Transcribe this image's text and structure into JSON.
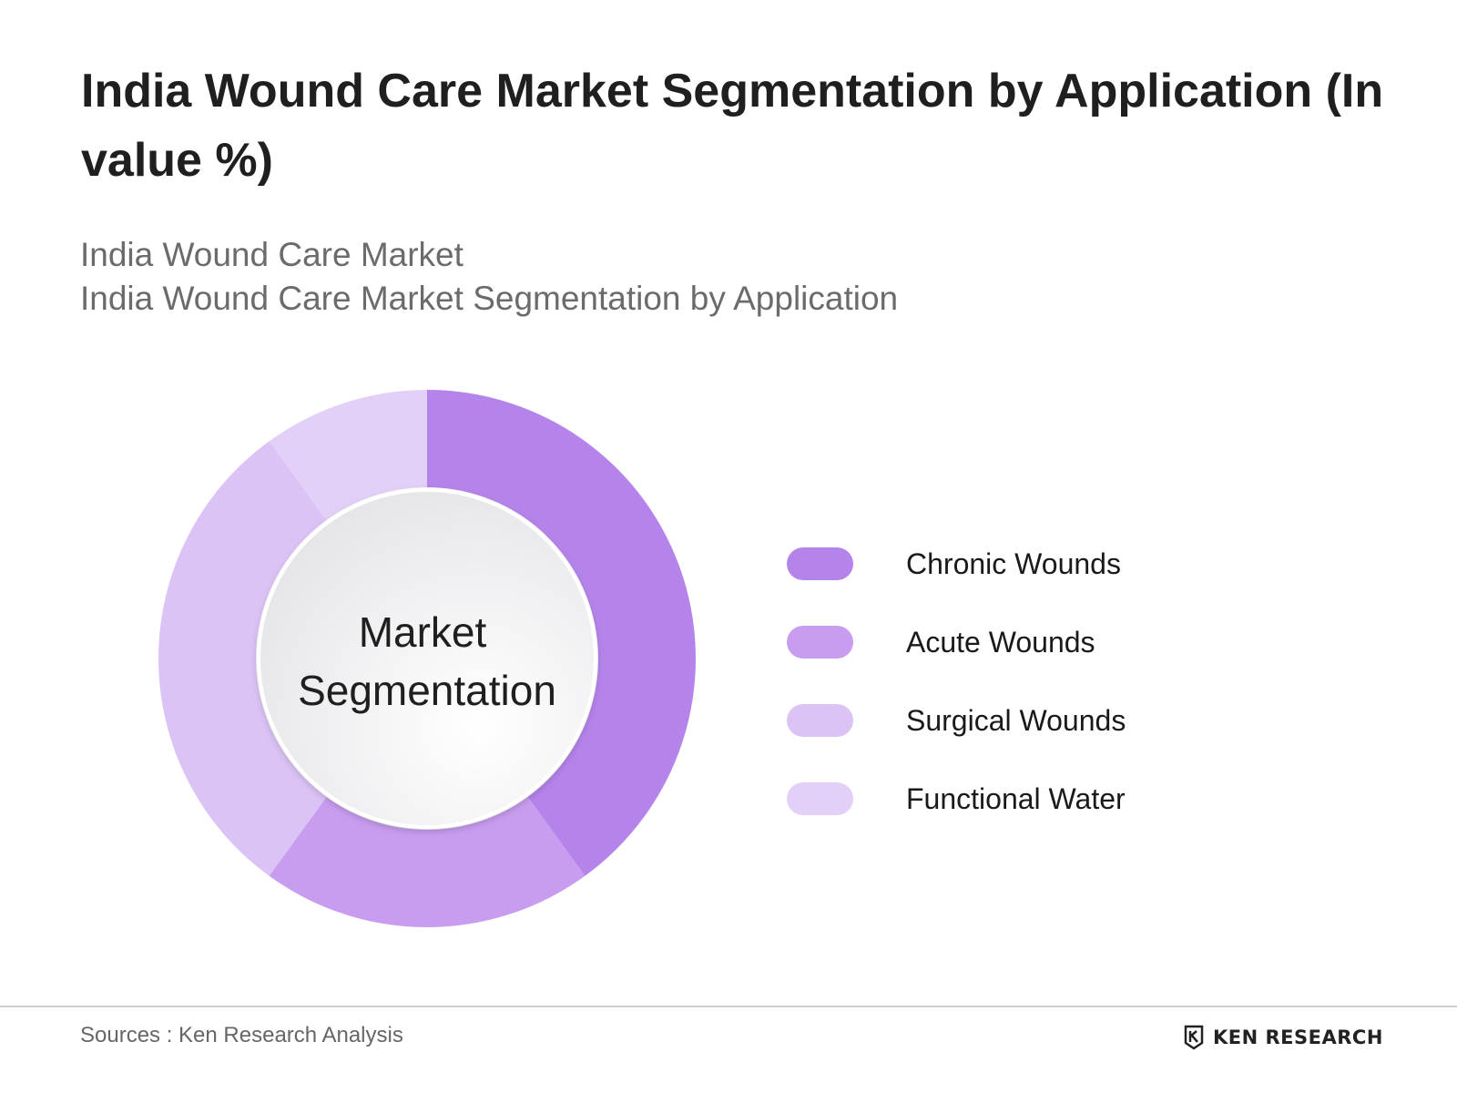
{
  "header": {
    "title": "India Wound Care Market Segmentation by Application (In value %)",
    "subtitle_line1": "India Wound Care Market",
    "subtitle_line2": "India Wound Care Market Segmentation by Application"
  },
  "chart_data": {
    "type": "pie",
    "variant": "donut",
    "center_label": [
      "Market",
      "Segmentation"
    ],
    "categories": [
      "Chronic Wounds",
      "Acute Wounds",
      "Surgical Wounds",
      "Functional Water"
    ],
    "values": [
      40,
      20,
      30,
      10
    ],
    "unit": "%",
    "colors": [
      "#b584eb",
      "#c89df0",
      "#dcc3f6",
      "#e3d0f8"
    ],
    "legend_position": "right"
  },
  "footer": {
    "source": "Sources : Ken Research Analysis",
    "brand": "KEN RESEARCH"
  }
}
